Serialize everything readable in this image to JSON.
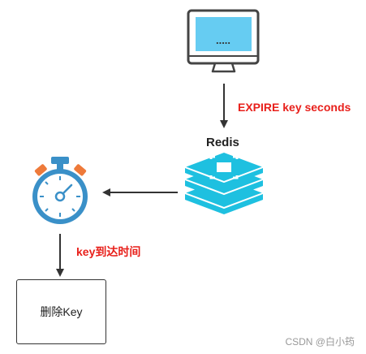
{
  "command_label": "EXPIRE key seconds",
  "server_label": "Redis",
  "expiry_label": "key到达时间",
  "delete_box_label": "删除Key",
  "watermark": "CSDN @白小筠",
  "monitor_screen_text": ".....",
  "icons": {
    "client": "monitor-icon",
    "server": "redis-stack-icon",
    "timer": "stopwatch-icon"
  },
  "colors": {
    "accent_text": "#e8201b",
    "arrow": "#333333",
    "screen": "#66ccf2",
    "redis": "#1ec0e0",
    "stopwatch_ring": "#3a90c8",
    "stopwatch_tab": "#ee7a3a",
    "watermark": "#999999"
  }
}
